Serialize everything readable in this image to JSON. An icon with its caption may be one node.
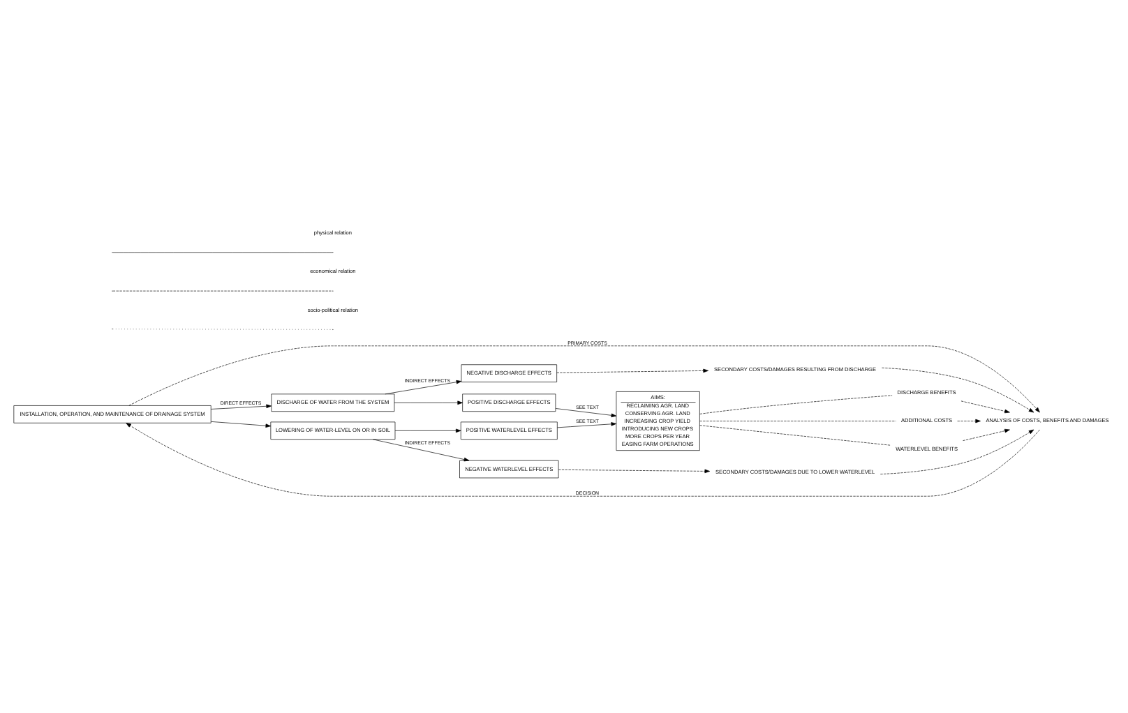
{
  "diagram": {
    "nodes": [
      {
        "text": [
          "INSTALLATION, OPERATION, AND MAINTENANCE OF DRAINAGE SYSTEM"
        ]
      },
      {
        "text": [
          "DISCHARGE OF WATER FROM THE SYSTEM"
        ]
      },
      {
        "text": [
          "LOWERING OF WATER-LEVEL ON OR IN SOIL"
        ]
      },
      {
        "text": [
          "NEGATIVE DISCHARGE EFFECTS"
        ]
      },
      {
        "text": [
          "POSITIVE DISCHARGE EFFECTS"
        ]
      },
      {
        "text": [
          "NEGATIVE WATERLEVEL EFFECTS"
        ]
      },
      {
        "text": [
          "POSITIVE WATERLEVEL EFFECTS"
        ]
      },
      {
        "text": [
          "AIMS:",
          "RECLAIMING AGR. LAND",
          "CONSERVING AGR. LAND",
          "INCREASING CROP YIELD",
          "INTRODUCING NEW CROPS",
          "MORE CROPS PER YEAR",
          "EASING FARM OPERATIONS"
        ]
      },
      {
        "text": [
          "SECONDARY COSTS/DAMAGES RESULTING FROM DISCHARGE"
        ]
      },
      {
        "text": [
          "DISCHARGE BENEFITS"
        ]
      },
      {
        "text": [
          "ADDITIONAL COSTS"
        ]
      },
      {
        "text": [
          "WATERLEVEL BENEFITS"
        ]
      },
      {
        "text": [
          "SECONDARY COSTS/DAMAGES DUE TO LOWER WATERLEVEL"
        ]
      },
      {
        "text": [
          "ANALYSIS OF COSTS, BENEFITS AND DAMAGES"
        ]
      }
    ],
    "edges": [
      {
        "from": 0,
        "to": 1,
        "arrow": "to",
        "label": "DIRECT EFFECTS"
      },
      {
        "from": 0,
        "to": 2,
        "arrow": "to"
      },
      {
        "from": 1,
        "to": 3,
        "arrow": "to",
        "label": "INDIRECT EFFECTS"
      },
      {
        "from": 1,
        "to": 4,
        "arrow": "to"
      },
      {
        "from": 2,
        "to": 5,
        "arrow": "to",
        "label": "INDIRECT EFFECTS"
      },
      {
        "from": 2,
        "to": 6,
        "arrow": "to"
      },
      {
        "from": 4,
        "to": 7,
        "arrow": "to",
        "label": "SEE TEXT"
      },
      {
        "from": 6,
        "to": 7,
        "arrow": "to",
        "label": "SEE TEXT"
      },
      {
        "from": 3,
        "to": 8,
        "arrow": "to",
        "style": "dashed"
      },
      {
        "from": 5,
        "to": 12,
        "arrow": "to",
        "style": "dashed"
      },
      {
        "from": 7,
        "to": 9,
        "arrow": "none",
        "style": "dashed"
      },
      {
        "from": 7,
        "to": 10,
        "arrow": "none",
        "style": "dashed"
      },
      {
        "from": 7,
        "to": 11,
        "arrow": "none",
        "style": "dashed"
      },
      {
        "from": 8,
        "to": 13,
        "arrow": "to",
        "style": "dashed"
      },
      {
        "from": 9,
        "to": 13,
        "arrow": "to",
        "style": "dashed"
      },
      {
        "from": 10,
        "to": 13,
        "arrow": "to",
        "style": "dashed"
      },
      {
        "from": 11,
        "to": 13,
        "arrow": "to",
        "style": "dashed"
      },
      {
        "from": 12,
        "to": 13,
        "arrow": "to",
        "style": "dashed"
      },
      {
        "from": 0,
        "to": 13,
        "arrow": "to",
        "style": "dashed",
        "label": "PRIMARY COSTS"
      },
      {
        "from": 13,
        "to": 0,
        "arrow": "to",
        "style": "dashed",
        "label": "DECISION"
      }
    ],
    "legend": [
      {
        "text": "physical relation"
      },
      {
        "text": "economical relation"
      },
      {
        "text": "socio-political relation"
      }
    ]
  }
}
